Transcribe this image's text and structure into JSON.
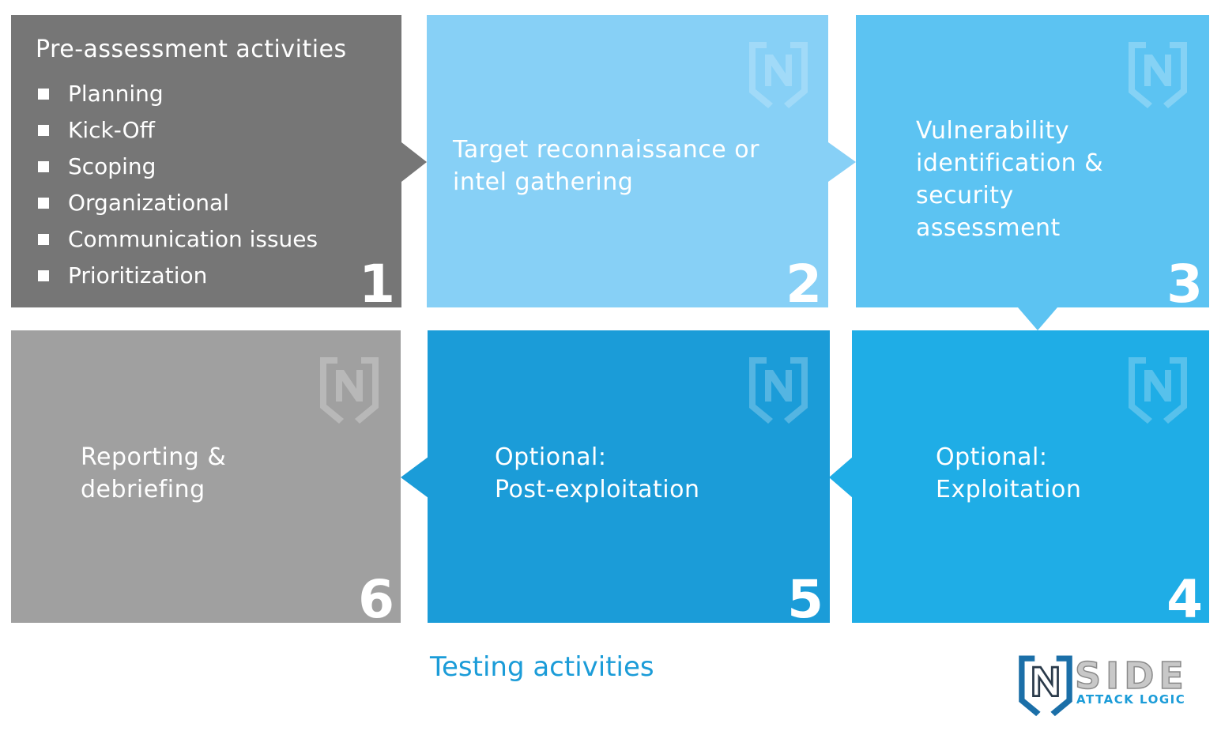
{
  "steps": [
    {
      "number": "1",
      "title": "Pre-assessment activities",
      "items": [
        "Planning",
        "Kick-Off",
        "Scoping",
        "Organizational",
        "Communication issues",
        "Prioritization"
      ]
    },
    {
      "number": "2",
      "lines": [
        "Target reconnaissance or",
        "intel gathering"
      ]
    },
    {
      "number": "3",
      "lines": [
        "Vulnerability",
        "identification &",
        "security",
        "assessment"
      ]
    },
    {
      "number": "4",
      "lines": [
        "Optional:",
        "Exploitation"
      ]
    },
    {
      "number": "5",
      "lines": [
        "Optional:",
        "Post-exploitation"
      ]
    },
    {
      "number": "6",
      "lines": [
        "Reporting &",
        "debriefing"
      ]
    }
  ],
  "caption": "Testing activities",
  "brand": {
    "name": "SIDE",
    "tagline": "ATTACK LOGIC"
  },
  "colors": {
    "step1": "#767676",
    "step2": "#87d0f6",
    "step3": "#5cc3f2",
    "step4": "#1fade6",
    "step5": "#1b9cd8",
    "step6": "#a0a0a0",
    "caption": "#1b9cd8"
  },
  "icons": [
    "nside-shield-logo-icon",
    "square-bullet-icon"
  ]
}
